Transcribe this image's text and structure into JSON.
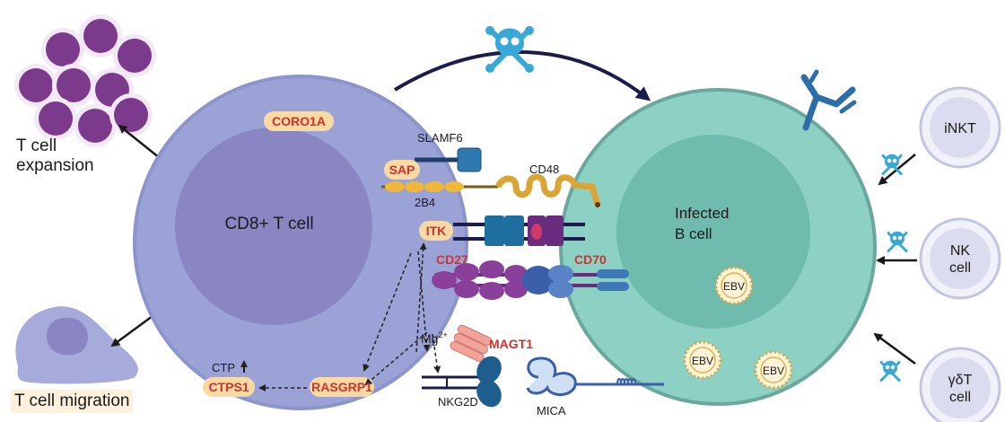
{
  "labels": {
    "t_cell_expansion": "T cell\nexpansion",
    "t_cell_migration": "T cell migration",
    "cd8_t_cell": "CD8+ T cell",
    "infected_b_cell_line1": "Infected",
    "infected_b_cell_line2": "B cell",
    "coro1a": "CORO1A",
    "slamf6": "SLAMF6",
    "sap": "SAP",
    "cd48": "CD48",
    "b2b4": "2B4",
    "itk": "ITK",
    "cd27": "CD27",
    "cd70": "CD70",
    "mg": "Mg",
    "mg_sup": "2+",
    "magt1": "MAGT1",
    "ctp": "CTP",
    "ctps1": "CTPS1",
    "rasgrp1": "RASGRP1",
    "nkg2d": "NKG2D",
    "mica": "MICA",
    "ebv": "EBV",
    "inkt": "iNKT",
    "nk_line1": "NK",
    "nk_line2": "cell",
    "gdt_line1": "γδT",
    "gdt_line2": "cell"
  },
  "colors": {
    "t_cell": "#9ba3d6",
    "t_cell_nucleus": "#8a86c4",
    "b_cell": "#8dd1c4",
    "b_cell_nucleus": "#6fbcae",
    "gene_bubble": "#f9d9a4",
    "gene_text": "#d2322d",
    "expansion_cell": "#7b3a8c",
    "killer_cell": "#dcdcf0",
    "skull": "#39a8d6",
    "arrow": "#1c1c4c"
  },
  "icons": [
    "skull-crossbones-icon",
    "antibody-icon",
    "ebv-virus-icon"
  ]
}
